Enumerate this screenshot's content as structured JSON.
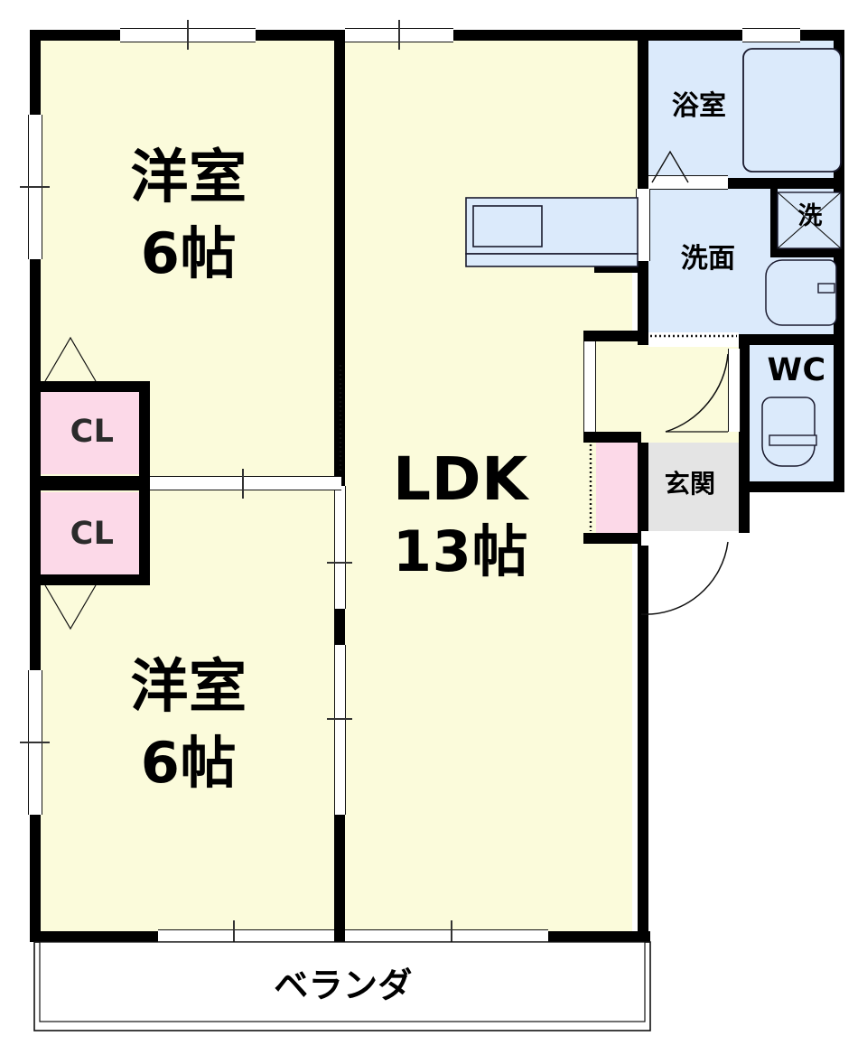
{
  "plan": {
    "type": "japanese-floor-plan",
    "layout_code": "2LDK",
    "colors": {
      "wall": "#000000",
      "room_fill": "#fbfbdb",
      "water_area_fill": "#dbeafb",
      "closet_fill": "#fcd9e8",
      "genkan_fill": "#e4e4e4",
      "background": "#ffffff",
      "fixture_outline": "#1a1a2e"
    }
  },
  "rooms": {
    "bedroom_top": {
      "name": "洋室",
      "size": "6帖"
    },
    "bedroom_bottom": {
      "name": "洋室",
      "size": "6帖"
    },
    "living": {
      "name": "LDK",
      "size": "13帖"
    },
    "bath": {
      "name": "浴室"
    },
    "washroom": {
      "name": "洗面"
    },
    "laundry": {
      "name": "洗"
    },
    "toilet": {
      "name": "WC"
    },
    "entrance": {
      "name": "玄関"
    },
    "closet_upper": {
      "name": "CL"
    },
    "closet_lower": {
      "name": "CL"
    },
    "shoe_closet": {
      "name": ""
    },
    "veranda": {
      "name": "ベランダ"
    }
  }
}
